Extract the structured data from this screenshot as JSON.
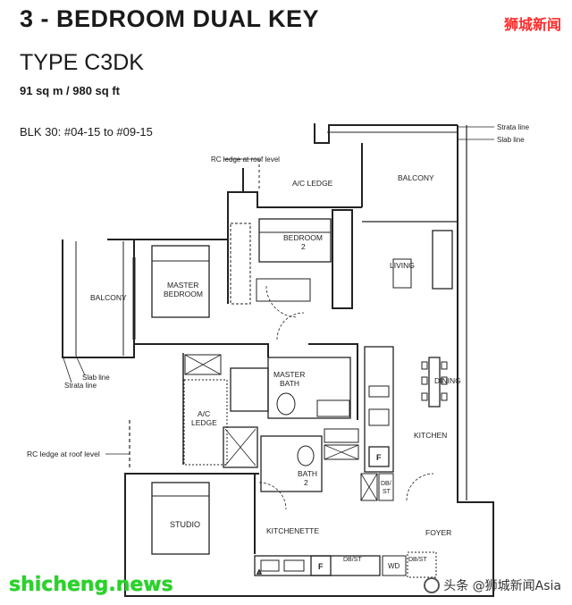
{
  "header": {
    "title": "3 - BEDROOM DUAL KEY",
    "type": "TYPE C3DK",
    "area": "91 sq m / 980 sq ft",
    "block": "BLK 30: #04-15 to #09-15"
  },
  "watermarks": {
    "brand_cn": "狮城新闻",
    "site": "shicheng.news",
    "toutiao": "头条 @狮城新闻Asia"
  },
  "annotations": {
    "rc_ledge_top": "RC ledge at roof level",
    "rc_ledge_left": "RC ledge at roof level",
    "strata_line_top": "Strata line",
    "slab_line_top": "Slab line",
    "slab_line_left": "Slab line",
    "strata_line_left": "Strata line"
  },
  "rooms": {
    "ac_ledge_top": "A/C LEDGE",
    "balcony_right": "BALCONY",
    "bedroom2_a": "BEDROOM",
    "bedroom2_b": "2",
    "living": "LIVING",
    "master_bedroom_a": "MASTER",
    "master_bedroom_b": "BEDROOM",
    "balcony_left": "BALCONY",
    "master_bath_a": "MASTER",
    "master_bath_b": "BATH",
    "dining": "DINING",
    "ac_ledge_mid_a": "A/C",
    "ac_ledge_mid_b": "LEDGE",
    "kitchen": "KITCHEN",
    "bath2_a": "BATH",
    "bath2_b": "2",
    "fridge_kitchen": "F",
    "dbst_kitchen_a": "DB/",
    "dbst_kitchen_b": "ST",
    "studio": "STUDIO",
    "kitchenette": "KITCHENETTE",
    "foyer": "FOYER",
    "fridge_kitchenette": "F",
    "dbst_kitchenette": "DB/ST",
    "wd": "WD",
    "dbst_foyer": "DB/ST"
  }
}
